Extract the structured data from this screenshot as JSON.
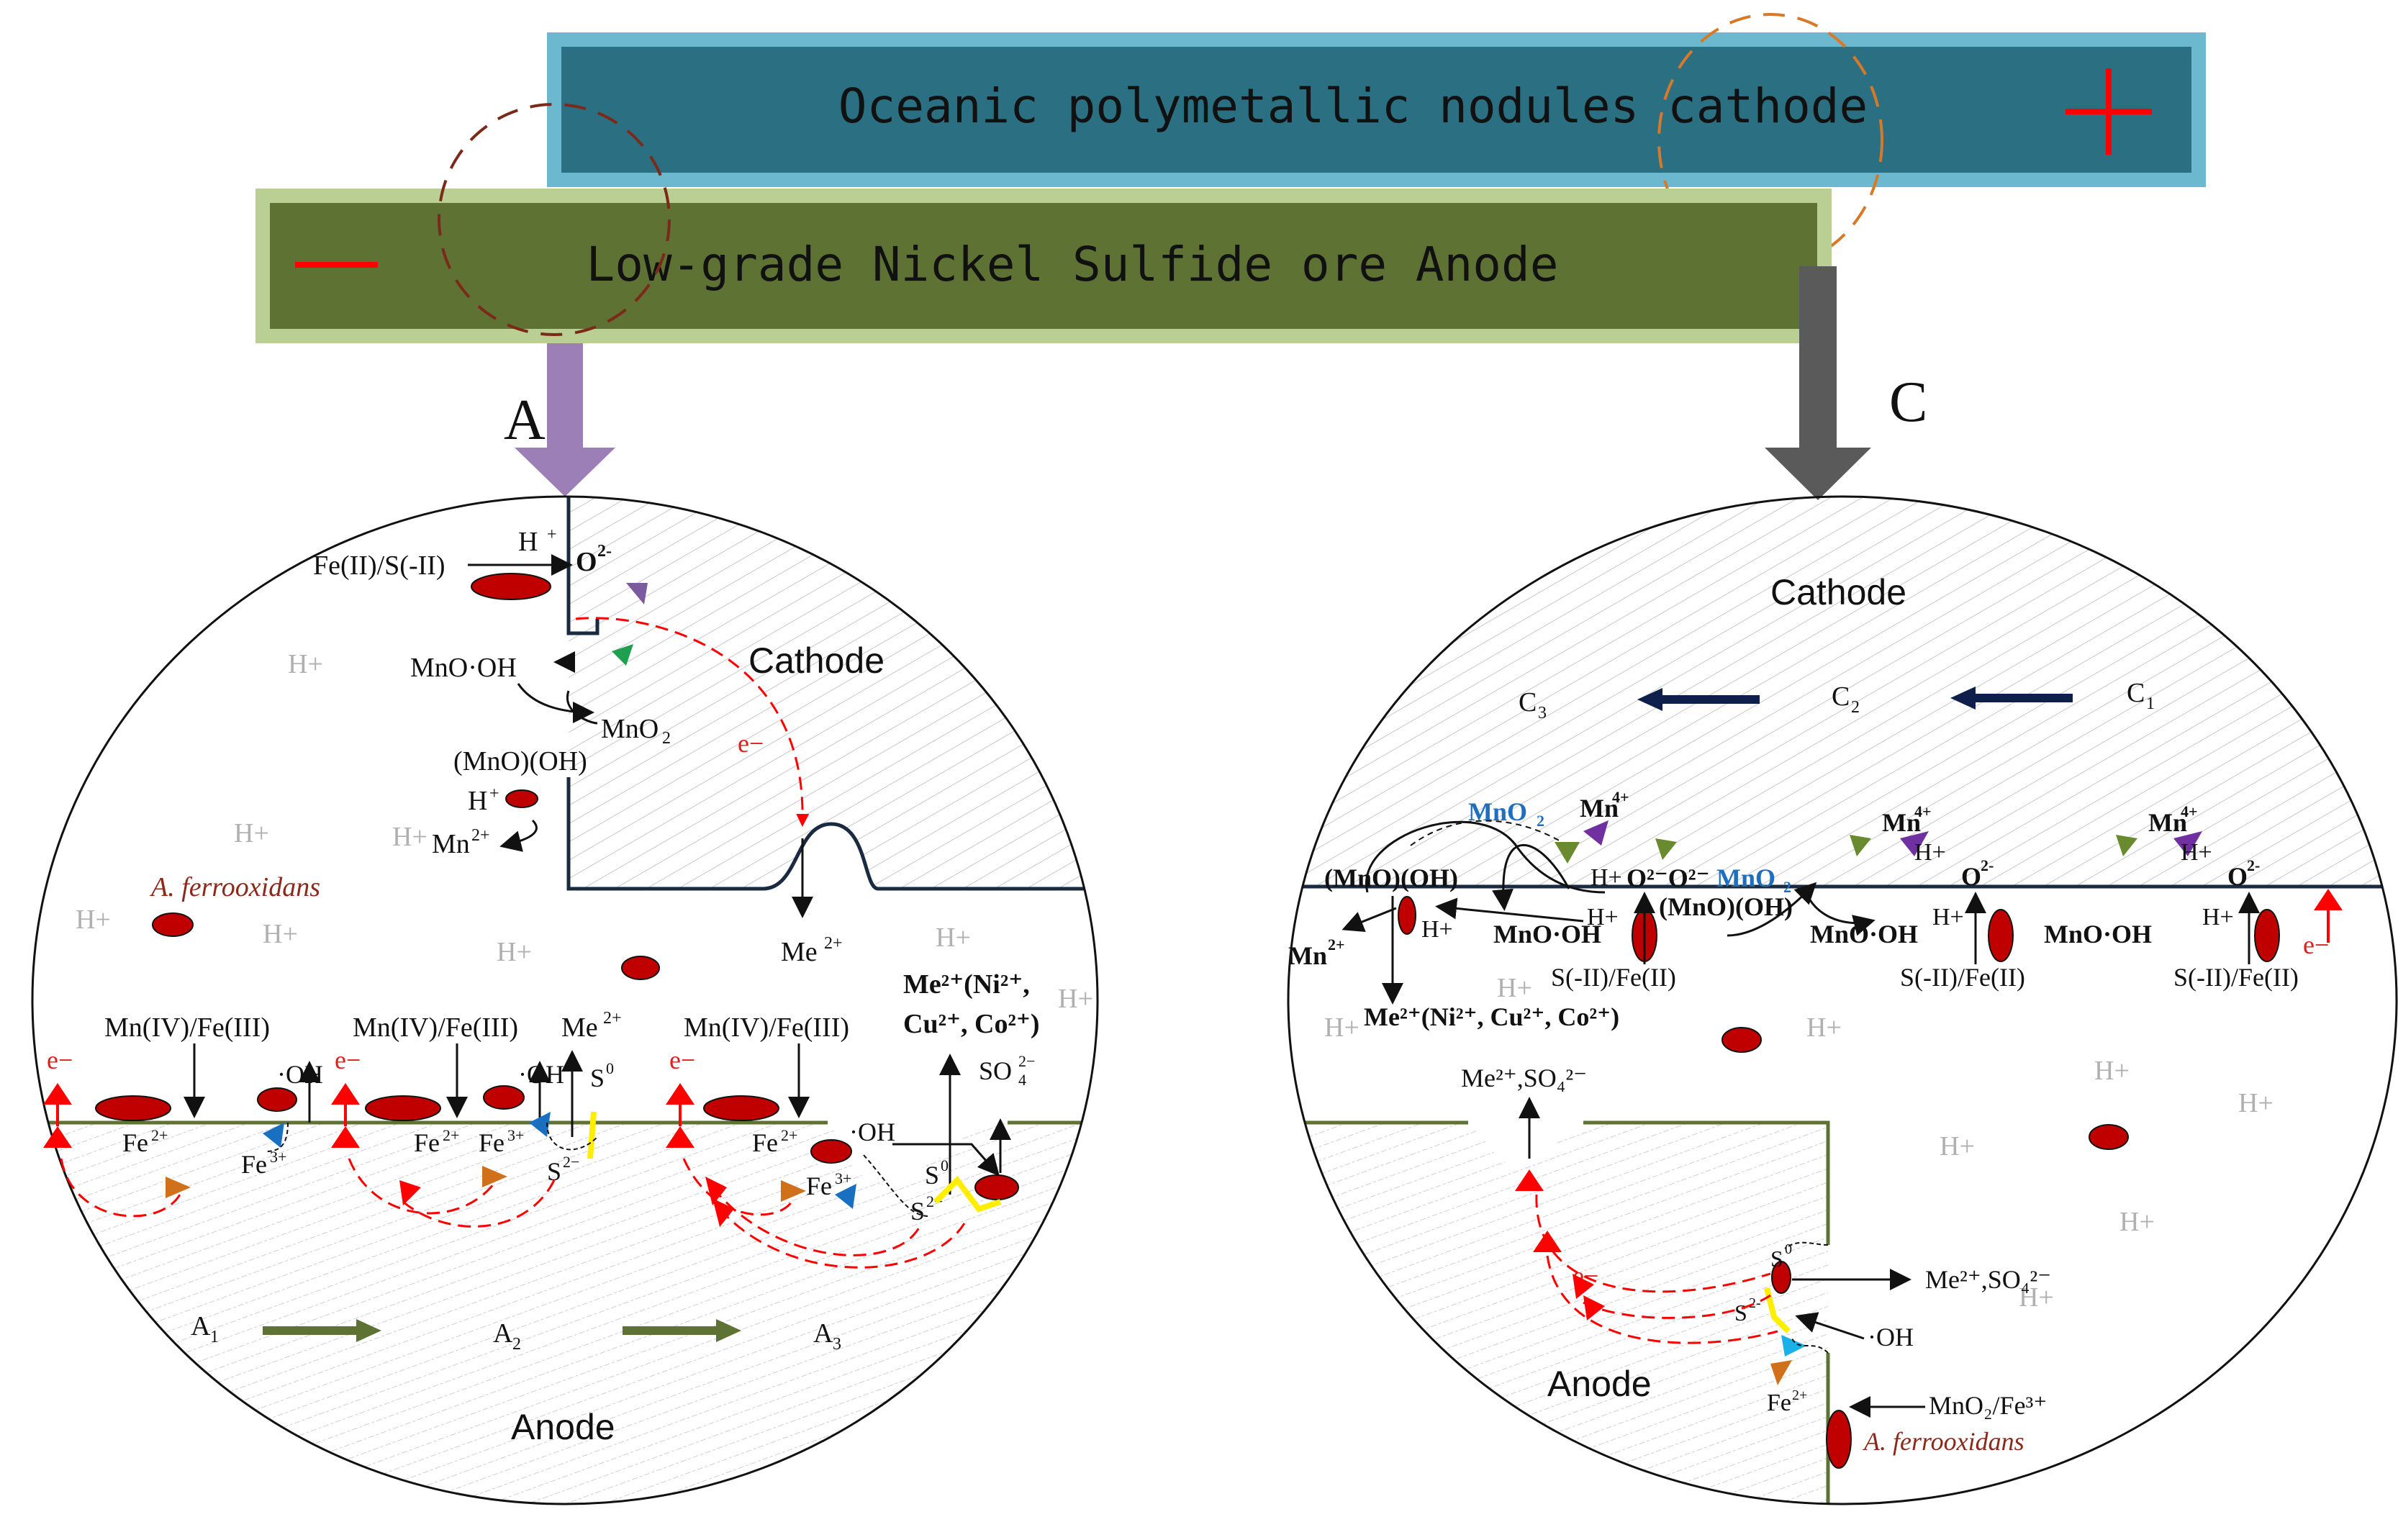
{
  "cathode_bar": {
    "label": "Oceanic polymetallic nodules cathode",
    "sign": "+"
  },
  "anode_bar": {
    "label": "Low-grade Nickel Sulfide ore Anode",
    "sign": "−"
  },
  "panel_a": {
    "letter": "A",
    "cathode_label": "Cathode",
    "anode_label": "Anode",
    "fe_s_label": "Fe(II)/S(-II)",
    "h_plus": "H",
    "o2_label": "O",
    "mnooh": "MnO·OH",
    "mno2": "MnO",
    "mno_oh": "(MnO)(OH)",
    "mn2": "Mn",
    "electron": "e−",
    "me2": "Me",
    "bacteria": "A. ferrooxidans",
    "mn_fe_label": "Mn(IV)/Fe(III)",
    "oh_radical": "·OH",
    "fe2": "Fe",
    "fe3": "Fe",
    "s2": "S",
    "s0": "S",
    "so4": "SO",
    "me_list_line1": "Me²⁺(Ni²⁺,",
    "me_list_line2": "Cu²⁺, Co²⁺)",
    "stage1": "A",
    "stage2": "A",
    "stage3": "A",
    "sub1": "1",
    "sub2": "2",
    "sub3": "3"
  },
  "panel_c": {
    "letter": "C",
    "cathode_label": "Cathode",
    "anode_label": "Anode",
    "stage1": "C",
    "stage2": "C",
    "stage3": "C",
    "sub1": "1",
    "sub2": "2",
    "sub3": "3",
    "mno2_blue": "MnO",
    "mn4": "Mn",
    "mno_oh": "(MnO)(OH)",
    "o2o2": "O²⁻O²⁻",
    "mnooh": "MnO·OH",
    "s_fe": "S(-II)/Fe(II)",
    "mn2": "Mn",
    "me_list": "Me²⁺(Ni²⁺, Cu²⁺, Co²⁺)",
    "me_so4": "Me²⁺,SO₄²⁻",
    "oh_radical": "·OH",
    "fe2": "Fe",
    "mno2_fe3": "MnO₂/Fe³⁺",
    "bacteria": "A. ferrooxidans",
    "electron": "e−",
    "s0": "S",
    "s2": "S"
  },
  "colors": {
    "cathode_bar_fill": "#2a6f82",
    "cathode_bar_border": "#6cb8cf",
    "anode_bar_fill": "#5e7233",
    "anode_bar_border": "#b9cf93",
    "arrow_a": "#9b7fb6",
    "arrow_c": "#5a5a5a",
    "bacteria_red": "#c00000",
    "electron_red": "#ff0000"
  }
}
